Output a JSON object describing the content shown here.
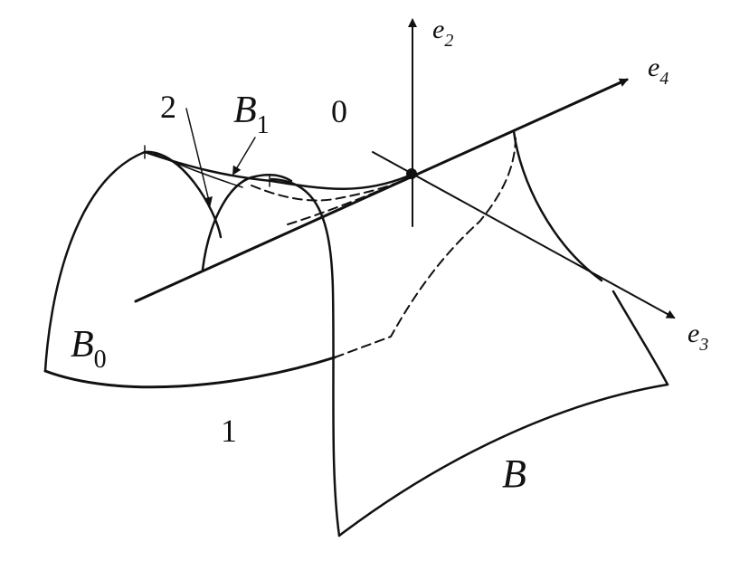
{
  "figure": {
    "labels": {
      "e2": {
        "base": "e",
        "sub": "2"
      },
      "e3": {
        "base": "e",
        "sub": "3"
      },
      "e4": {
        "base": "e",
        "sub": "4"
      },
      "b0": {
        "base": "B",
        "sub": "0"
      },
      "b1": {
        "base": "B",
        "sub": "1"
      },
      "b": {
        "base": "B"
      },
      "n0": "0",
      "n1": "1",
      "n2": "2"
    },
    "colors": {
      "ink": "#111111",
      "background": "#ffffff"
    }
  }
}
